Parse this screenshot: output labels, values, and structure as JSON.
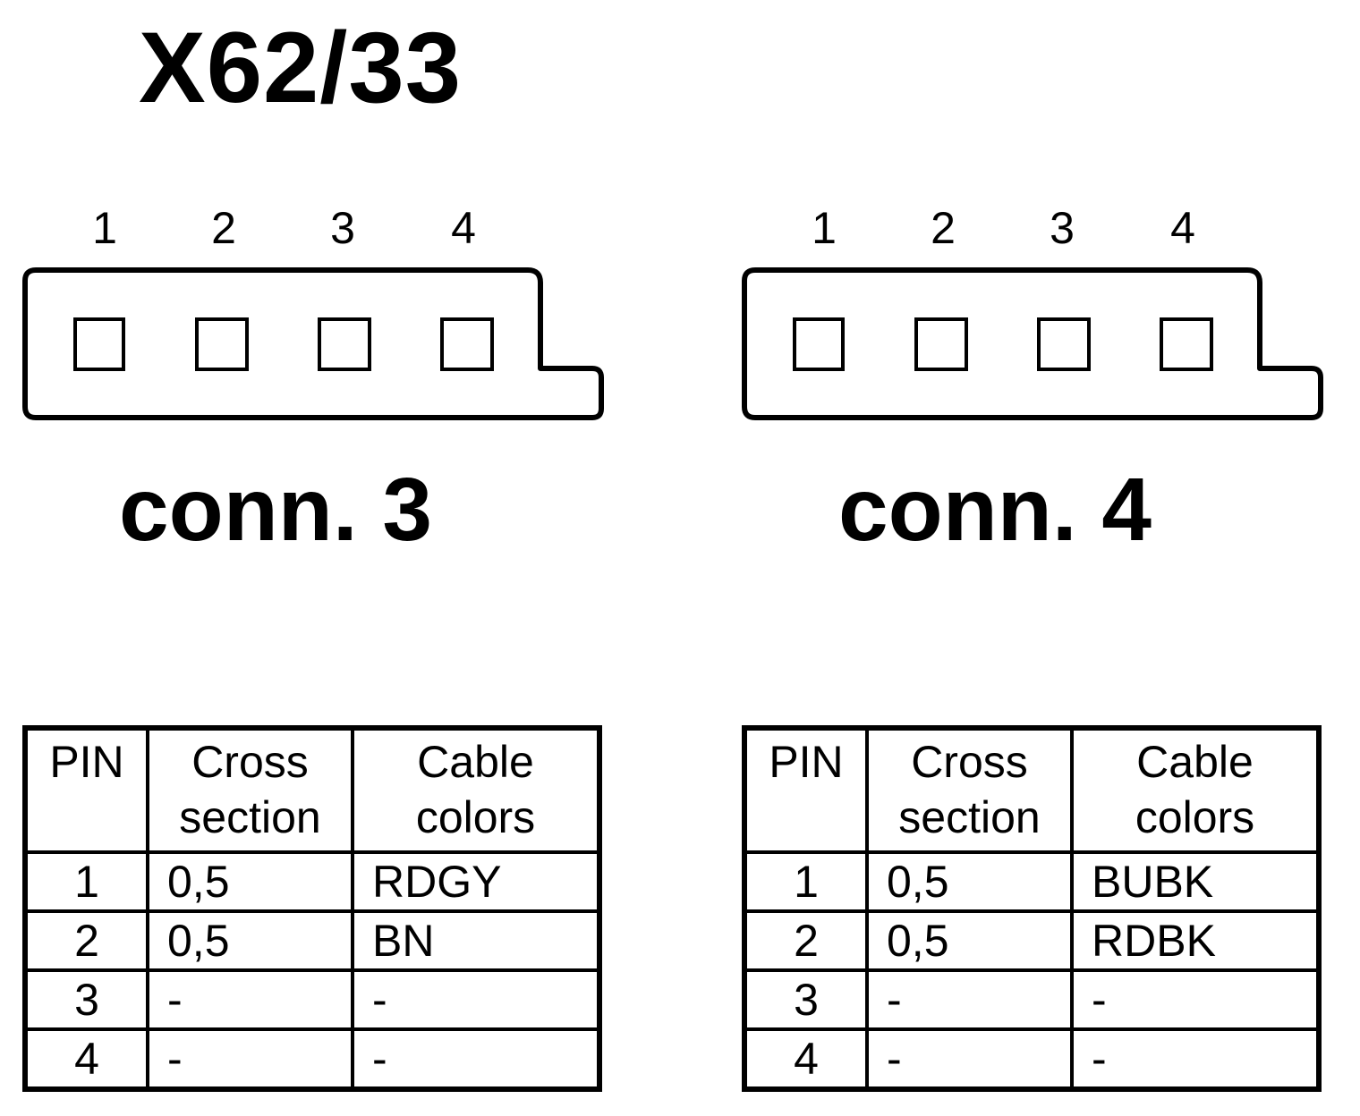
{
  "title": "X62/33",
  "connectors": [
    {
      "label": "conn. 3",
      "pins": [
        "1",
        "2",
        "3",
        "4"
      ],
      "table": {
        "headers": [
          "PIN",
          "Cross section",
          "Cable colors"
        ],
        "rows": [
          {
            "pin": "1",
            "cross_section": "0,5",
            "color": "RDGY"
          },
          {
            "pin": "2",
            "cross_section": "0,5",
            "color": "BN"
          },
          {
            "pin": "3",
            "cross_section": "-",
            "color": "-"
          },
          {
            "pin": "4",
            "cross_section": "-",
            "color": "-"
          }
        ]
      }
    },
    {
      "label": "conn. 4",
      "pins": [
        "1",
        "2",
        "3",
        "4"
      ],
      "table": {
        "headers": [
          "PIN",
          "Cross section",
          "Cable colors"
        ],
        "rows": [
          {
            "pin": "1",
            "cross_section": "0,5",
            "color": "BUBK"
          },
          {
            "pin": "2",
            "cross_section": "0,5",
            "color": "RDBK"
          },
          {
            "pin": "3",
            "cross_section": "-",
            "color": "-"
          },
          {
            "pin": "4",
            "cross_section": "-",
            "color": "-"
          }
        ]
      }
    }
  ]
}
